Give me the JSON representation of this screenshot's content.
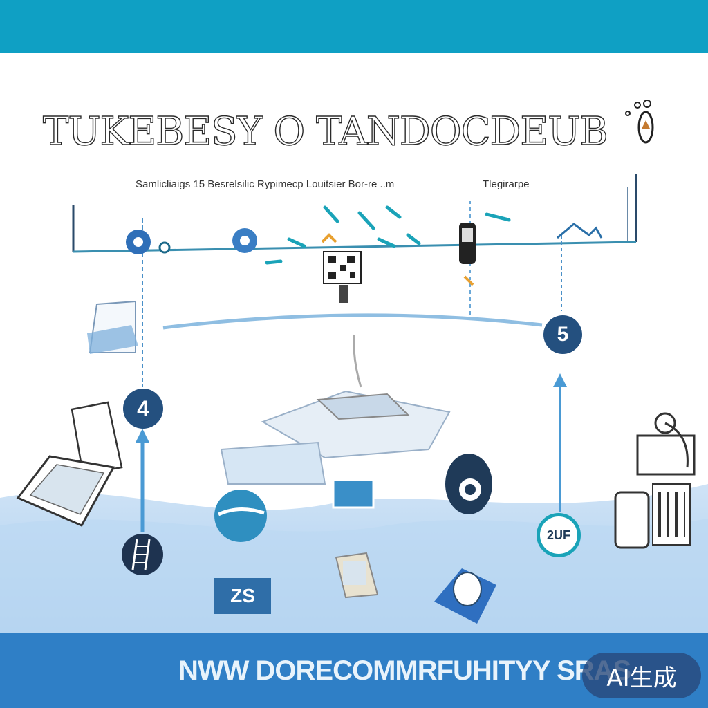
{
  "header": {
    "title": "TUKEBESY O TANDOCDEUB",
    "subtitle_left": "Samlicliaigs 15 Besrelsilic Rypimecp Louitsier Bor-re ..m",
    "subtitle_right": "Tlegirarpe"
  },
  "steps": {
    "four": "4",
    "five": "5",
    "zuf": "2UF",
    "zs": "ZS"
  },
  "footer": {
    "text": "NWW DORECOMMRFUHITYY SRAS",
    "badge": "AI生成"
  },
  "colors": {
    "accent": "#0fa0c4",
    "footer": "#2f7fc6",
    "step_circle": "#24507f",
    "teal": "#1aa3b8"
  },
  "icons": [
    "gear-icon",
    "document-icon",
    "qr-code-icon",
    "printer-icon",
    "ladder-icon",
    "phone-icon",
    "camera-icon",
    "barcode-icon",
    "cup-icon",
    "arrow-icon"
  ]
}
